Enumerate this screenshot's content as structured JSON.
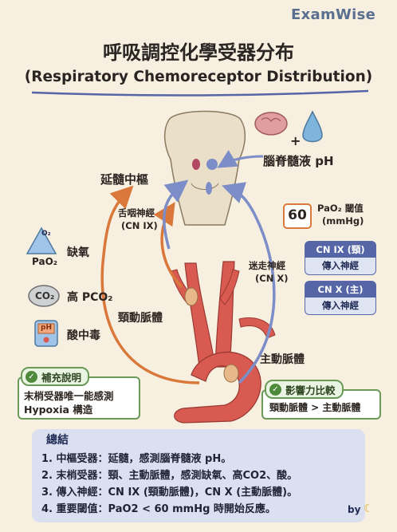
{
  "brand": "ExamWise",
  "title": "呼吸調控化學受器分布",
  "subtitle": "(Respiratory Chemoreceptor Distribution)",
  "labels": {
    "central_center": "延髓中樞",
    "csf_ph": "腦脊髓液 pH",
    "pao2_value": "60",
    "pao2_threshold_line1": "PaO₂ 閾值",
    "pao2_threshold_line2": "(mmHg)",
    "glossopharyngeal_line1": "舌咽神經",
    "glossopharyngeal_line2": "(CN IX)",
    "vagus_line1": "迷走神經",
    "vagus_line2": "(CN X)",
    "carotid_body": "頸動脈體",
    "aortic_body": "主動脈體",
    "o2_symbol": "O₂",
    "pao2": "PaO₂",
    "hypoxia": "缺氧",
    "co2_symbol": "CO₂",
    "high_pco2": "高 PCO₂",
    "ph_symbol": "pH",
    "acidosis": "酸中毒"
  },
  "boxes": {
    "cn9": {
      "top": "CN IX (頸)",
      "bottom": "傳入神經"
    },
    "cn10": {
      "top": "CN X (主)",
      "bottom": "傳入神經"
    }
  },
  "supplement": {
    "title": "補充說明",
    "line1": "末梢受器唯一能感測",
    "line2": "Hypoxia 構造"
  },
  "influence": {
    "title": "影響力比較",
    "text": "頸動脈體 > 主動脈體"
  },
  "summary": {
    "heading": "總結",
    "items": [
      "1. 中樞受器：延髓，感測腦脊髓液 pH。",
      "2. 末梢受器：頸、主動脈體，感測缺氧、高CO2、酸。",
      "3. 傳入神經：CN IX (頸動脈體)，CN X (主動脈體)。",
      "4. 重要閾值：PaO2 < 60 mmHg 時開始反應。"
    ]
  },
  "footer": "by",
  "colors": {
    "orange": "#d9783a",
    "blue": "#7d8dc8",
    "navy": "#5565a6",
    "green": "#6a9a58",
    "artery": "#d85a50"
  }
}
